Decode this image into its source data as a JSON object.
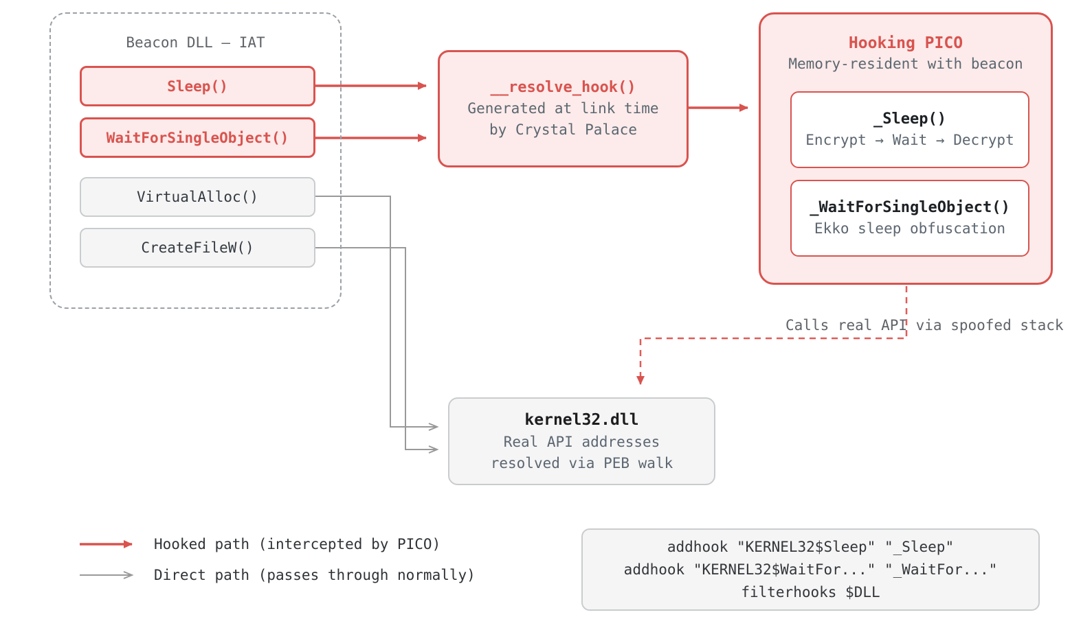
{
  "colors": {
    "hooked_stroke": "#d9534f",
    "hooked_fill": "#fcebea",
    "direct_stroke": "#999999",
    "direct_fill": "#f5f5f6",
    "dashed_container": "#9aa0a6",
    "text_dark": "#343a40",
    "text_gray": "#5c6670"
  },
  "beacon_iat": {
    "title": "Beacon DLL — IAT",
    "items": [
      {
        "label": "Sleep()",
        "type": "hooked"
      },
      {
        "label": "WaitForSingleObject()",
        "type": "hooked"
      },
      {
        "label": "VirtualAlloc()",
        "type": "direct"
      },
      {
        "label": "CreateFileW()",
        "type": "direct"
      }
    ]
  },
  "resolver": {
    "title": "__resolve_hook()",
    "line1": "Generated at link time",
    "line2": "by Crystal Palace"
  },
  "pico": {
    "title": "Hooking PICO",
    "subtitle": "Memory-resident with beacon",
    "hooks": [
      {
        "name": "_Sleep()",
        "desc": "Encrypt → Wait → Decrypt"
      },
      {
        "name": "_WaitForSingleObject()",
        "desc": "Ekko sleep obfuscation"
      }
    ]
  },
  "kernel32": {
    "title": "kernel32.dll",
    "line1": "Real API addresses",
    "line2": "resolved via PEB walk"
  },
  "annotations": {
    "spoofed_stack": "Calls real API via spoofed stack"
  },
  "legend": {
    "hooked_label": "Hooked path (intercepted by PICO)",
    "direct_label": "Direct path (passes through normally)"
  },
  "script_box": {
    "lines": [
      "addhook \"KERNEL32$Sleep\" \"_Sleep\"",
      "addhook \"KERNEL32$WaitFor...\" \"_WaitFor...\"",
      "filterhooks $DLL"
    ]
  }
}
